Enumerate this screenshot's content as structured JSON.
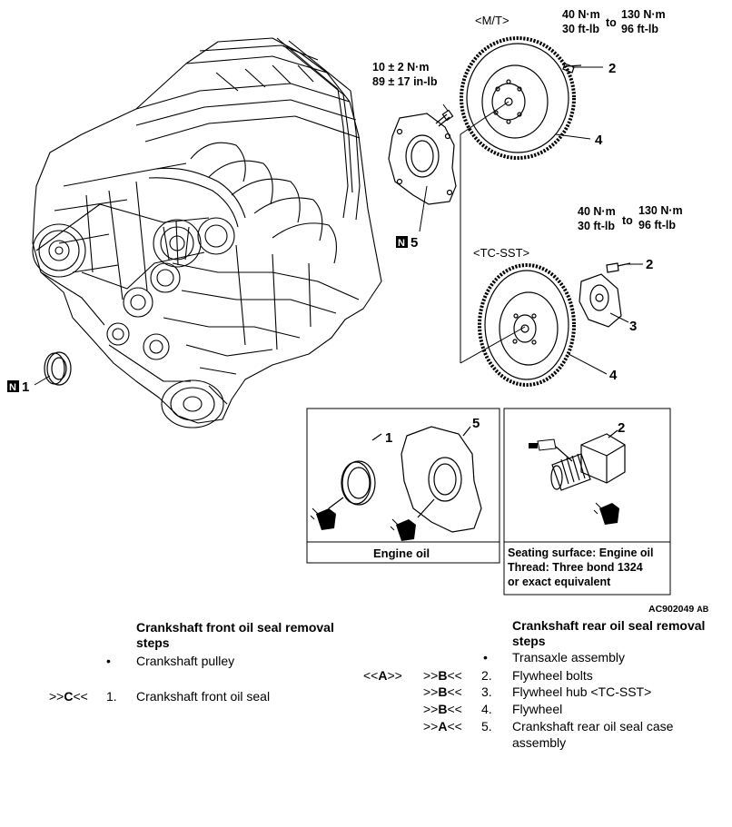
{
  "figure": {
    "mt_label": "<M/T>",
    "tcsst_label": "<TC-SST>",
    "torque_flywheel_mt": {
      "a1": "40 N·m",
      "a2": "30 ft-lb",
      "to": "to",
      "b1": "130 N·m",
      "b2": "96 ft-lb"
    },
    "torque_flywheel_tc": {
      "a1": "40 N·m",
      "a2": "30 ft-lb",
      "to": "to",
      "b1": "130 N·m",
      "b2": "96 ft-lb"
    },
    "torque_case": {
      "a": "10 ± 2 N·m",
      "b": "89 ± 17 in-lb"
    },
    "callouts": {
      "n1_badge": "N",
      "n1_num": "1",
      "n5_badge": "N",
      "n5_num": "5",
      "mt_bolt": "2",
      "mt_flywheel": "4",
      "tc_bolt": "2",
      "tc_hub": "3",
      "tc_flywheel": "4",
      "box1_seal": "1",
      "box1_case": "5",
      "box2_bolt": "2"
    },
    "box1_caption": "Engine oil",
    "box2_caption": [
      "Seating surface: Engine oil",
      "Thread: Three bond 1324",
      "or exact equivalent"
    ],
    "figure_code": "AC902049",
    "figure_code_suffix": "AB"
  },
  "front": {
    "title_l1": "Crankshaft front oil seal removal",
    "title_l2": "steps",
    "items": [
      {
        "ref_pre": "",
        "ref_letter": "",
        "ref_post": "",
        "num": "•",
        "text": "Crankshaft pulley"
      },
      {
        "ref_pre": ">>",
        "ref_letter": "C",
        "ref_post": "<<",
        "num": "1.",
        "text": "Crankshaft front oil seal"
      }
    ]
  },
  "rear": {
    "title_l1": "Crankshaft rear oil seal removal",
    "title_l2": "steps",
    "items": [
      {
        "ref1_pre": "",
        "ref1_letter": "",
        "ref1_post": "",
        "ref_pre": "",
        "ref_letter": "",
        "ref_post": "",
        "num": "•",
        "text": "Transaxle assembly",
        "text2": ""
      },
      {
        "ref1_pre": "<<",
        "ref1_letter": "A",
        "ref1_post": ">>",
        "ref_pre": ">>",
        "ref_letter": "B",
        "ref_post": "<<",
        "num": "2.",
        "text": "Flywheel bolts",
        "text2": ""
      },
      {
        "ref1_pre": "",
        "ref1_letter": "",
        "ref1_post": "",
        "ref_pre": ">>",
        "ref_letter": "B",
        "ref_post": "<<",
        "num": "3.",
        "text": "Flywheel hub <TC-SST>",
        "text2": ""
      },
      {
        "ref1_pre": "",
        "ref1_letter": "",
        "ref1_post": "",
        "ref_pre": ">>",
        "ref_letter": "B",
        "ref_post": "<<",
        "num": "4.",
        "text": "Flywheel",
        "text2": ""
      },
      {
        "ref1_pre": "",
        "ref1_letter": "",
        "ref1_post": "",
        "ref_pre": ">>",
        "ref_letter": "A",
        "ref_post": "<<",
        "num": "5.",
        "text": "Crankshaft rear oil seal case",
        "text2": "assembly"
      }
    ]
  }
}
